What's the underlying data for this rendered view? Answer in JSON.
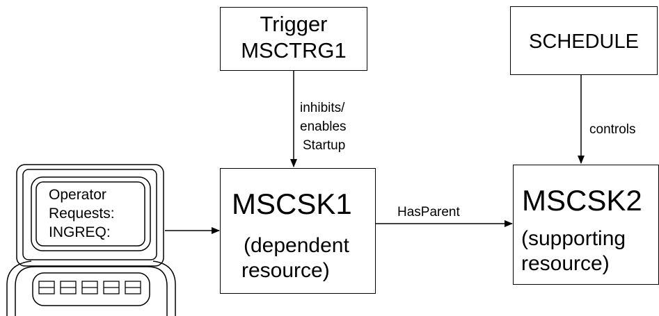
{
  "trigger_box": {
    "line1": "Trigger",
    "line2": "MSCTRG1"
  },
  "schedule_box": {
    "label": "SCHEDULE"
  },
  "arrow_trigger_label": {
    "line1": "inhibits/",
    "line2": "enables",
    "line3": "Startup"
  },
  "arrow_schedule_label": "controls",
  "mscsk1_box": {
    "name": "MSCSK1",
    "desc_line1": "(dependent",
    "desc_line2": "resource)"
  },
  "mscsk2_box": {
    "name": "MSCSK2",
    "desc_line1": "(supporting",
    "desc_line2": "resource)"
  },
  "arrow_hasparent_label": "HasParent",
  "terminal": {
    "line1": "Operator",
    "line2": "Requests:",
    "line3": "INGREQ:"
  }
}
